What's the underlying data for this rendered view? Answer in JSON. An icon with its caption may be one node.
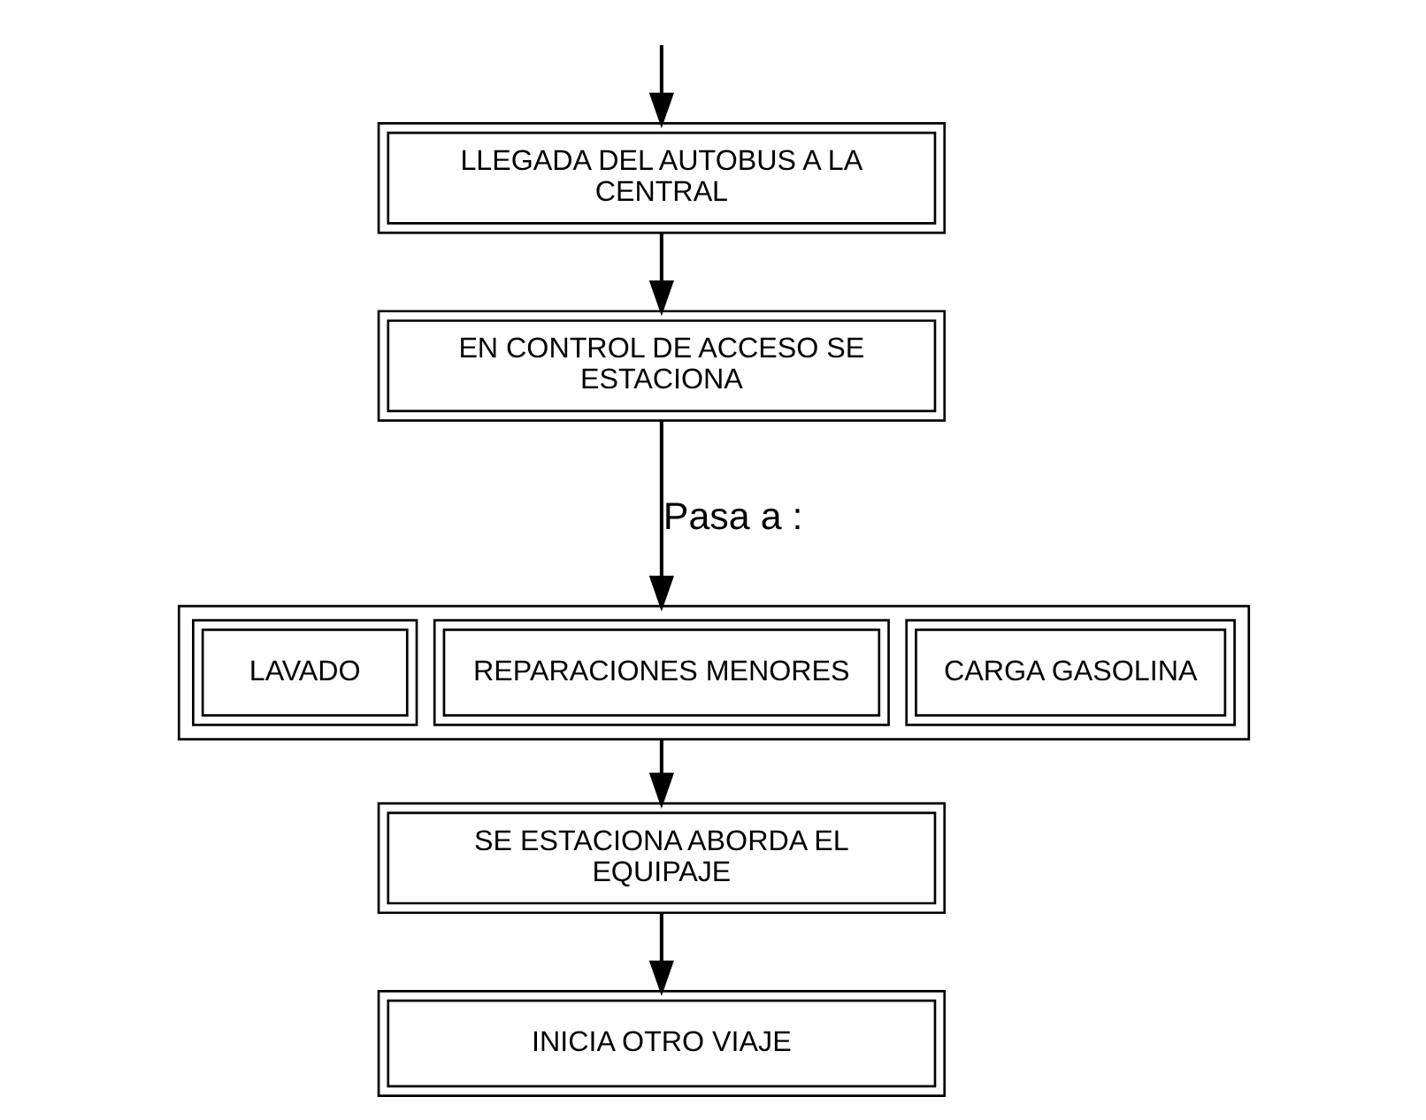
{
  "diagram": {
    "nodes": [
      {
        "text": [
          "LLEGADA DEL AUTOBUS A LA CENTRAL"
        ]
      },
      {
        "text": [
          "EN CONTROL DE ACCESO SE ESTACIONA"
        ]
      },
      {
        "text": [],
        "shape": "box"
      },
      {
        "text": [
          "LAVADO"
        ],
        "in": 2
      },
      {
        "text": [
          "REPARACIONES MENORES"
        ],
        "in": 2
      },
      {
        "text": [
          "CARGA GASOLINA"
        ],
        "in": 2
      },
      {
        "text": [
          "SE ESTACIONA ABORDA EL EQUIPAJE"
        ]
      },
      {
        "text": [
          "INICIA OTRO VIAJE"
        ]
      }
    ],
    "edges": [
      {
        "from": null,
        "to": 0,
        "arrow": "to"
      },
      {
        "from": 0,
        "to": 1,
        "arrow": "to"
      },
      {
        "from": 1,
        "to": 2,
        "arrow": "to",
        "label": "Pasa a :"
      },
      {
        "from": 2,
        "to": 6,
        "arrow": "to"
      },
      {
        "from": 6,
        "to": 7,
        "arrow": "to"
      }
    ]
  }
}
